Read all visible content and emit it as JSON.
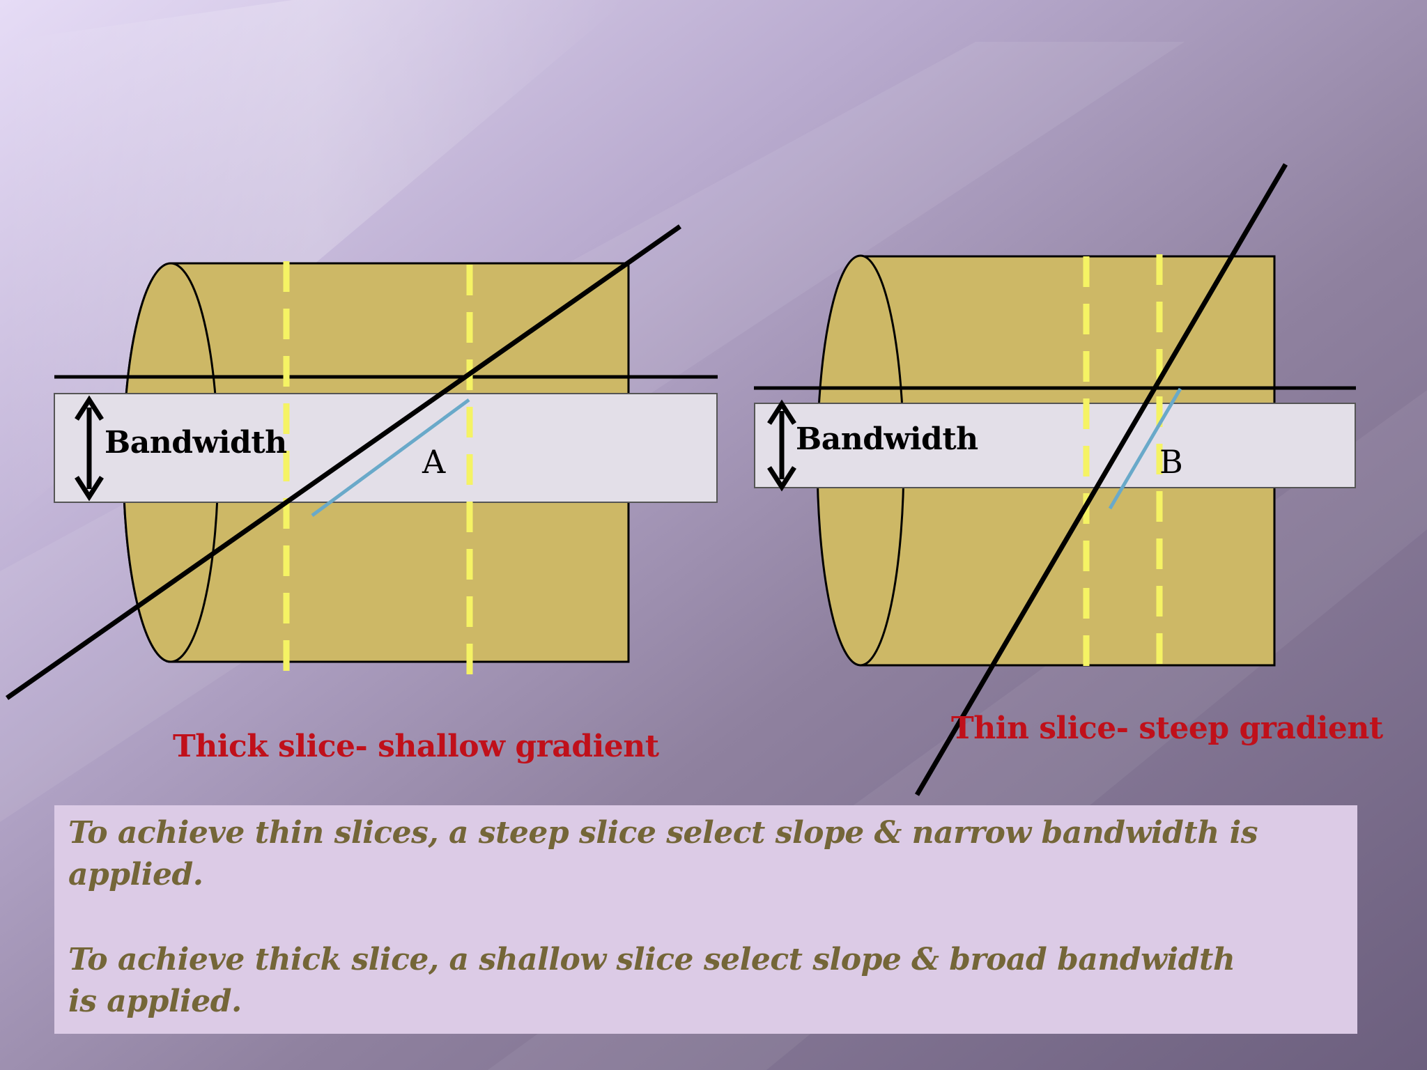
{
  "colors": {
    "background_light": "#e3d8f3",
    "background_dark": "#6f6282",
    "cylinder_fill": "#cdb866",
    "band_fill": "#e3dfe8",
    "slice_guides": "#f5f364",
    "gradient_line": "#000000",
    "slice_segment": "#69a9c9",
    "caption": "#c0101a",
    "note_box": "#dccbe6",
    "note_text": "#746638"
  },
  "diagram_left": {
    "bandwidth_label": "Bandwidth",
    "point_label": "A",
    "caption": "Thick slice- shallow gradient"
  },
  "diagram_right": {
    "bandwidth_label": "Bandwidth",
    "point_label": "B",
    "caption": "Thin slice- steep gradient"
  },
  "notes": {
    "line1": "To achieve thin slices, a steep slice select slope & narrow bandwidth is applied.",
    "line2": "To achieve thick slice, a shallow slice select slope & broad  bandwidth is applied."
  }
}
